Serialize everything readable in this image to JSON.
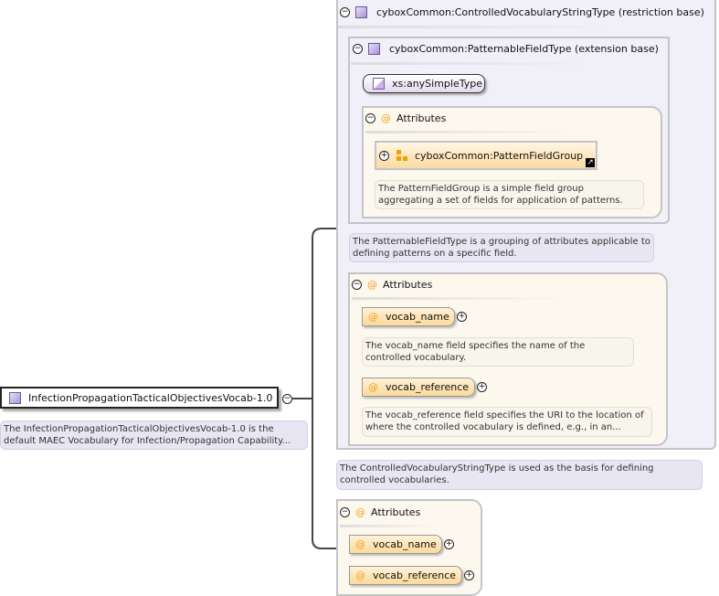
{
  "root": {
    "name": "InfectionPropagationTacticalObjectivesVocab-1.0",
    "doc": "The InfectionPropagationTacticalObjectivesVocab-1.0 is the default MAEC Vocabulary for Infection/Propagation Capability..."
  },
  "restriction": {
    "title": "cyboxCommon:ControlledVocabularyStringType (restriction base)",
    "doc": "The ControlledVocabularyStringType is used as the basis for defining controlled vocabularies.",
    "extension": {
      "title": "cyboxCommon:PatternableFieldType (extension base)",
      "simple_type": "xs:anySimpleType",
      "attributes_label": "Attributes",
      "group": "cyboxCommon:PatternFieldGroup",
      "group_doc": "The PatternFieldGroup is a simple field group aggregating a set of fields for application of patterns.",
      "doc": "The PatternableFieldType is a grouping of attributes applicable to defining patterns on a specific field."
    },
    "attributes": {
      "label": "Attributes",
      "items": [
        {
          "name": "vocab_name",
          "doc": "The vocab_name field specifies the name of the controlled vocabulary."
        },
        {
          "name": "vocab_reference",
          "doc": "The vocab_reference field specifies the URI to the location of where the controlled vocabulary is defined, e.g., in an..."
        }
      ]
    }
  },
  "attributes": {
    "label": "Attributes",
    "items": [
      {
        "name": "vocab_name"
      },
      {
        "name": "vocab_reference"
      }
    ]
  },
  "icons": {
    "at": "@",
    "plus": "+",
    "minus": "−"
  }
}
